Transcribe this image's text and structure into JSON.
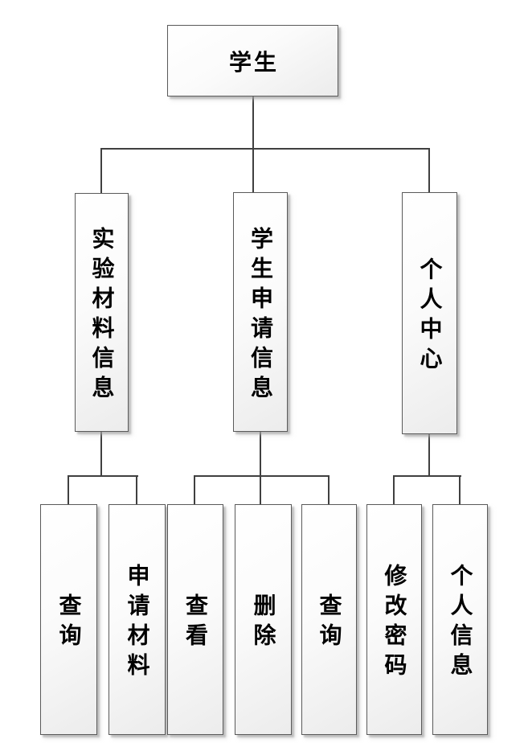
{
  "diagram": {
    "type": "tree",
    "root": {
      "label": "学生"
    },
    "level2": [
      {
        "id": "experiment-material-info",
        "label": "实验材料信息"
      },
      {
        "id": "student-application-info",
        "label": "学生申请信息"
      },
      {
        "id": "personal-center",
        "label": "个人中心"
      }
    ],
    "level3": [
      {
        "parent": "experiment-material-info",
        "label": "查询"
      },
      {
        "parent": "experiment-material-info",
        "label": "申请材料"
      },
      {
        "parent": "student-application-info",
        "label": "查看"
      },
      {
        "parent": "student-application-info",
        "label": "删除"
      },
      {
        "parent": "student-application-info",
        "label": "查询"
      },
      {
        "parent": "personal-center",
        "label": "修改密码"
      },
      {
        "parent": "personal-center",
        "label": "个人信息"
      }
    ],
    "colors": {
      "background": "#ffffff",
      "box_fill_top": "#ffffff",
      "box_fill_bottom": "#ececec",
      "box_border": "#5a5a5a",
      "connector": "#404040",
      "shadow": "#b4b4b4",
      "text": "#000000"
    }
  }
}
